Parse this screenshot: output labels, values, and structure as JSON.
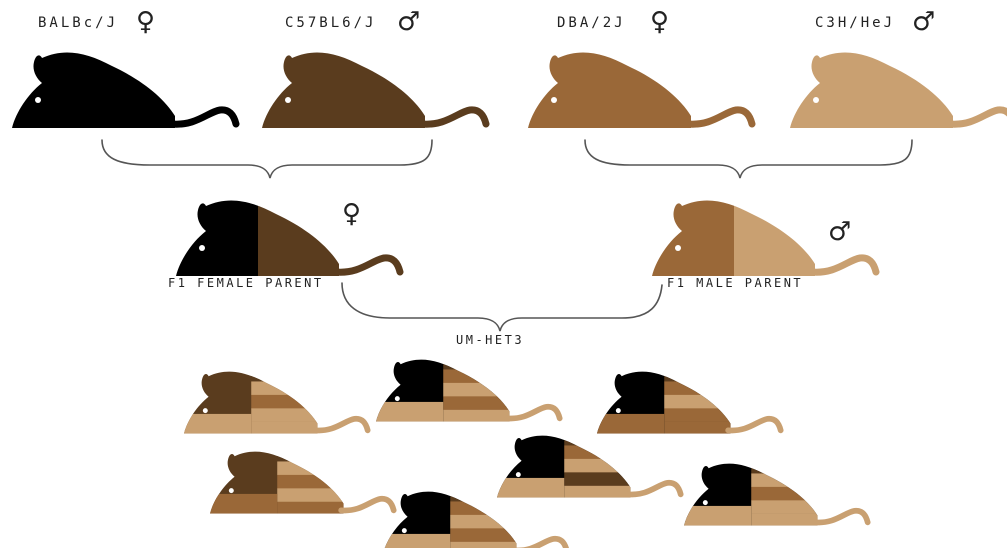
{
  "strains": [
    {
      "label": "BALBc/J",
      "sex": "♀",
      "color": "#000000",
      "key": "balb"
    },
    {
      "label": "C57BL6/J",
      "sex": "♂",
      "color": "#5a3c1e",
      "key": "c57"
    },
    {
      "label": "DBA/2J",
      "sex": "♀",
      "color": "#9a6838",
      "key": "dba"
    },
    {
      "label": "C3H/HeJ",
      "sex": "♂",
      "color": "#c9a071",
      "key": "c3h"
    }
  ],
  "f1_female": {
    "label": "F1 FEMALE PARENT",
    "sex": "♀"
  },
  "f1_male": {
    "label": "F1 MALE PARENT",
    "sex": "♂"
  },
  "offspring_label": "UM-HET3"
}
